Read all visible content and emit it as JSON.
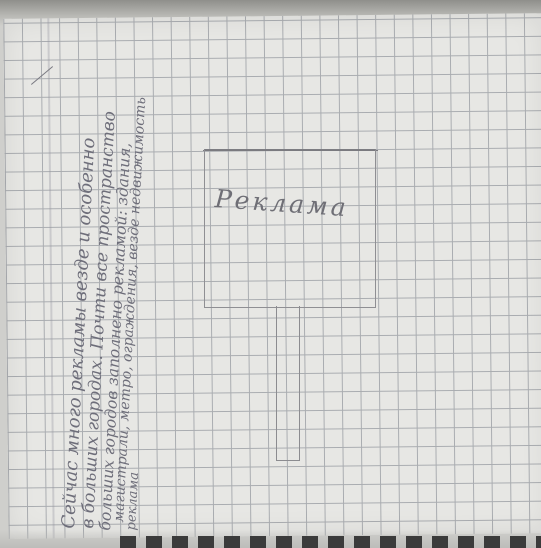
{
  "drawing": {
    "billboard_label": "Реклама"
  },
  "handwritten_text": {
    "lines": [
      "Сейчас много рекламы везде и особенно",
      "в больших городах. Почти все пространство",
      "больших городов заполнено рекламой: здания,",
      "магистрали, метро, ограждения, везде недвижимость",
      "реклама"
    ]
  },
  "colors": {
    "paper": "#e7e7e4",
    "grid": "#a9acb0",
    "pencil": "#6f6f76"
  }
}
